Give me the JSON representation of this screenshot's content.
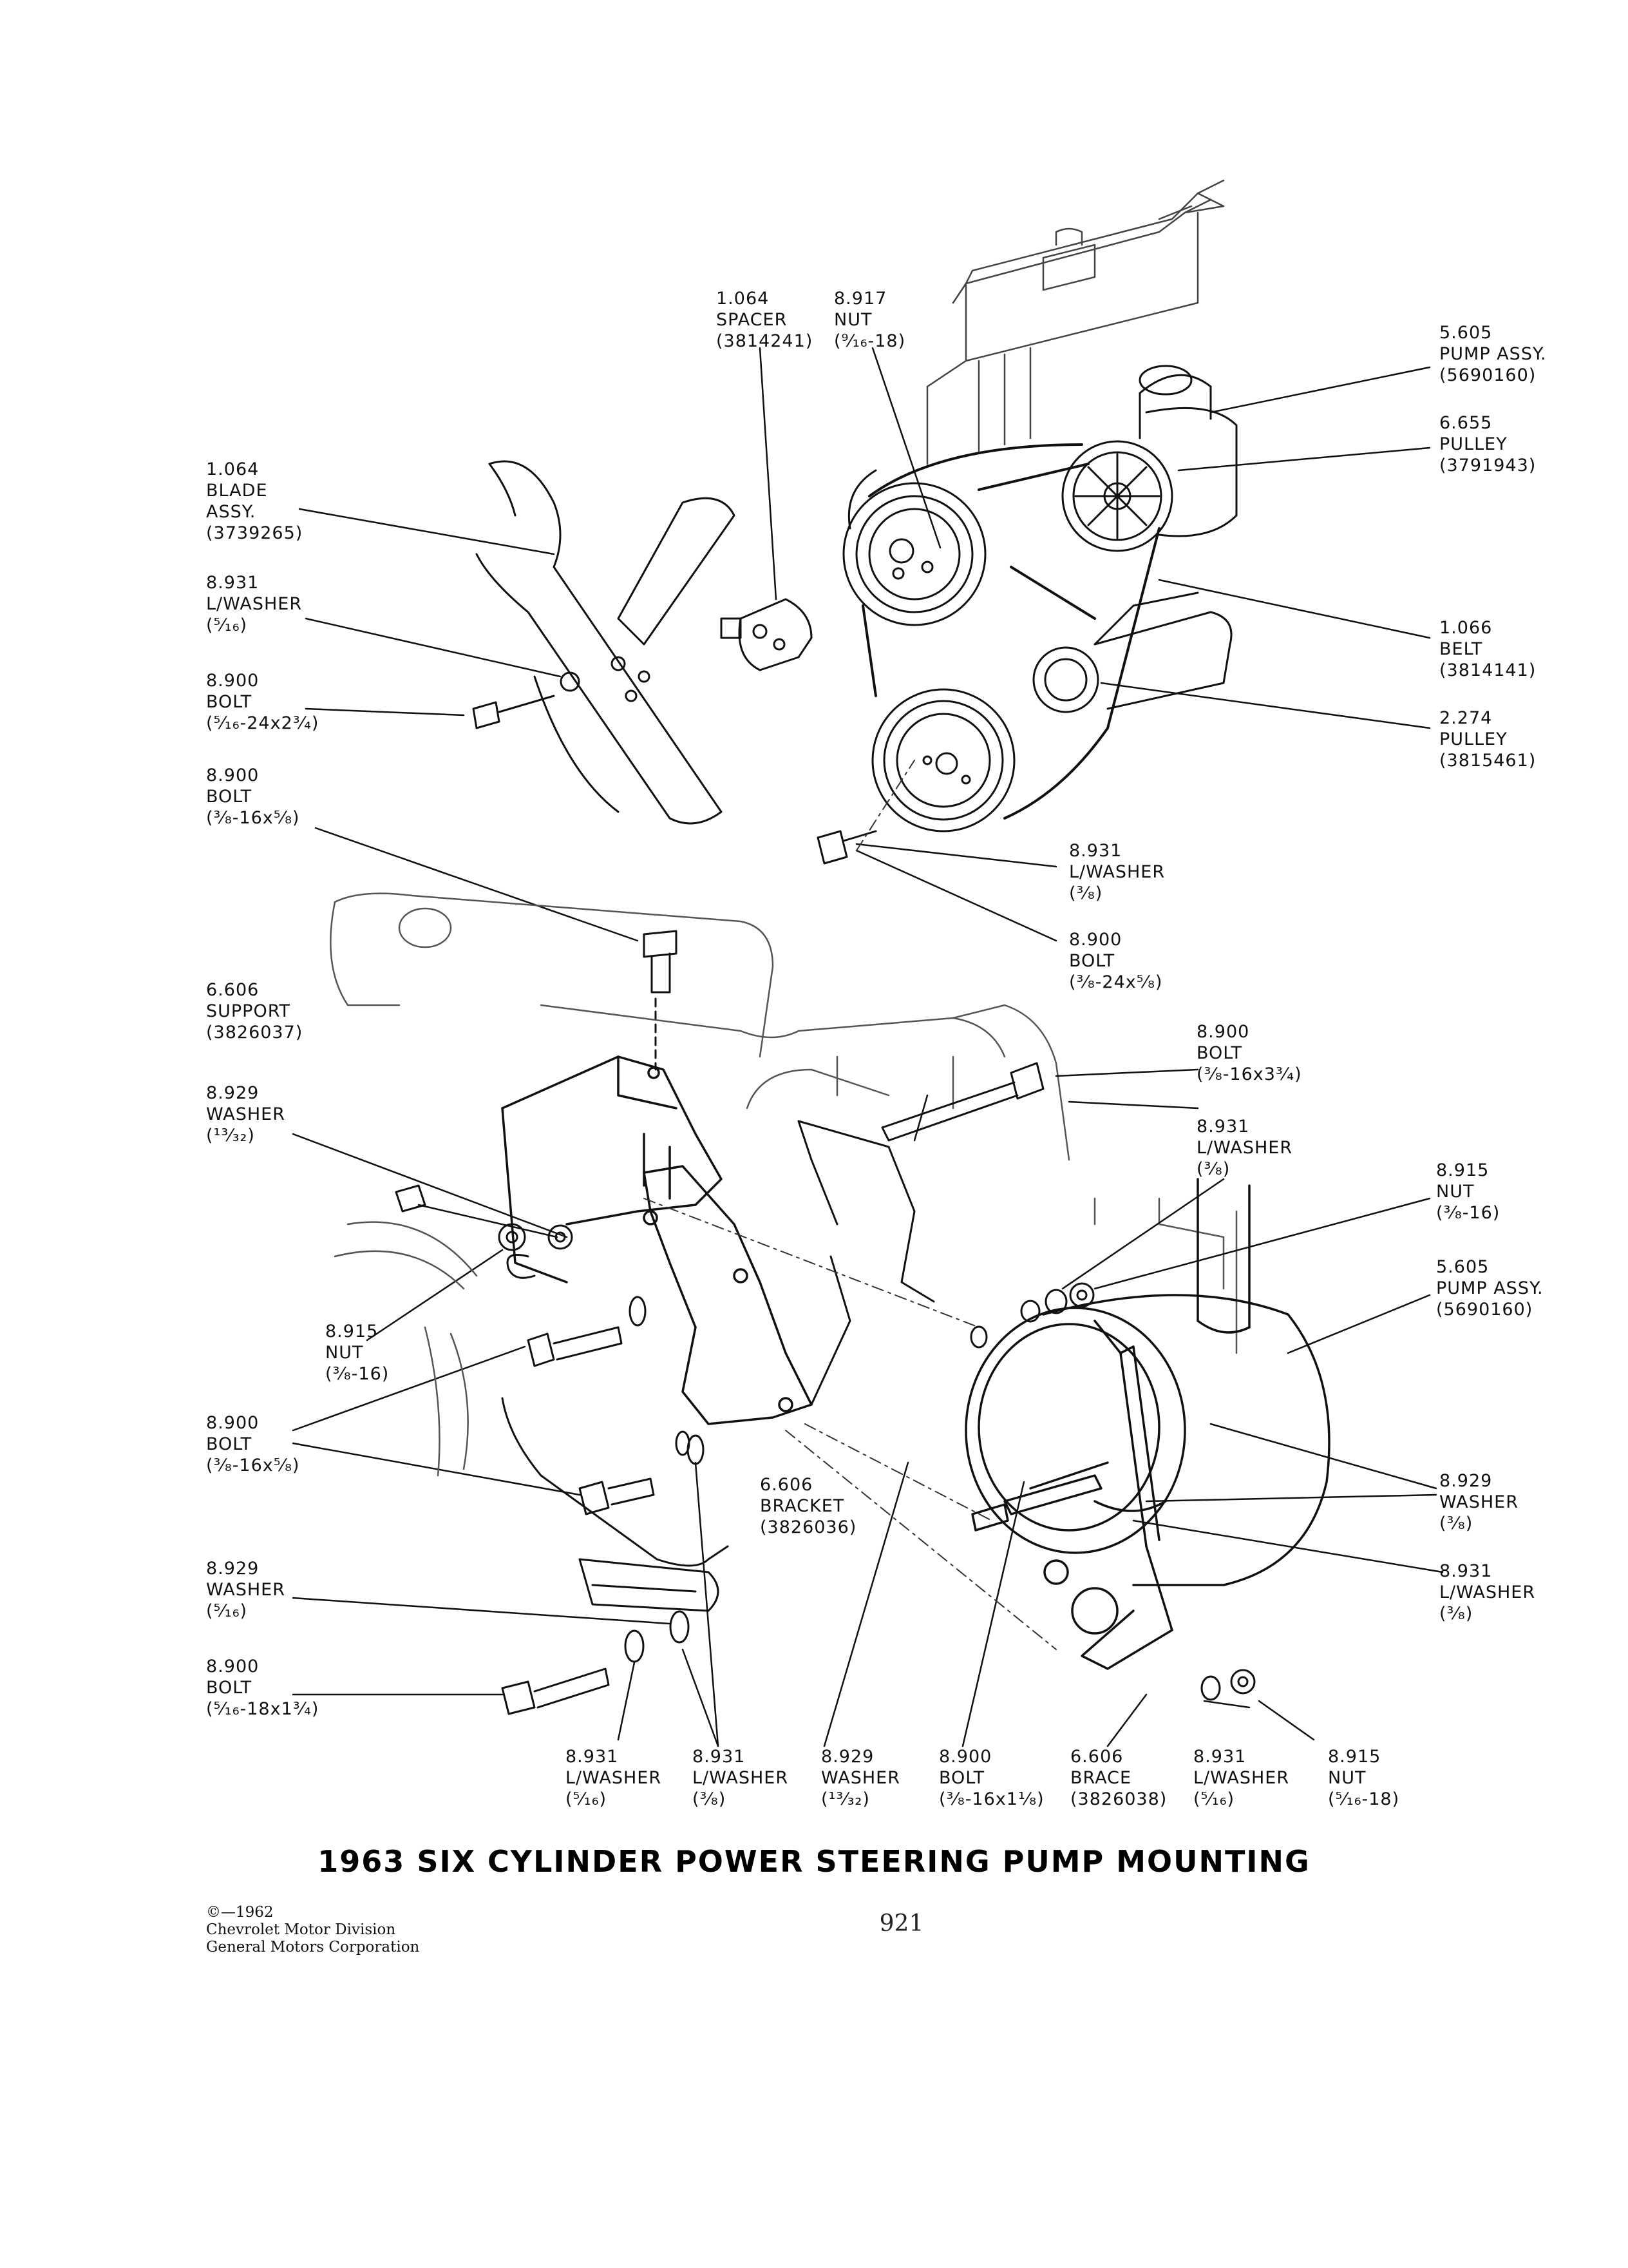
{
  "title": "1963 SIX CYLINDER POWER STEERING PUMP MOUNTING",
  "copyright": [
    "©—1962",
    "Chevrolet Motor Division",
    "General Motors Corporation"
  ],
  "page_number": "921",
  "labels": [
    {
      "id": "spacer",
      "lines": [
        "1.064",
        "SPACER",
        "(3814241)"
      ]
    },
    {
      "id": "nut-top",
      "lines": [
        "8.917",
        "NUT",
        "(⁹⁄₁₆-18)"
      ]
    },
    {
      "id": "pump-assy-top",
      "lines": [
        "5.605",
        "PUMP ASSY.",
        "(5690160)"
      ]
    },
    {
      "id": "pulley-top",
      "lines": [
        "6.655",
        "PULLEY",
        "(3791943)"
      ]
    },
    {
      "id": "blade",
      "lines": [
        "1.064",
        "BLADE",
        "ASSY.",
        "(3739265)"
      ]
    },
    {
      "id": "lwasher-516",
      "lines": [
        "8.931",
        "L/WASHER",
        "(⁵⁄₁₆)"
      ]
    },
    {
      "id": "belt",
      "lines": [
        "1.066",
        "BELT",
        "(3814141)"
      ]
    },
    {
      "id": "bolt-516",
      "lines": [
        "8.900",
        "BOLT",
        "(⁵⁄₁₆-24x2³⁄₄)"
      ]
    },
    {
      "id": "pulley-lower",
      "lines": [
        "2.274",
        "PULLEY",
        "(3815461)"
      ]
    },
    {
      "id": "bolt-38-16",
      "lines": [
        "8.900",
        "BOLT",
        "(³⁄₈-16x⁵⁄₈)"
      ]
    },
    {
      "id": "lwasher-38-a",
      "lines": [
        "8.931",
        "L/WASHER",
        "(³⁄₈)"
      ]
    },
    {
      "id": "bolt-38-24",
      "lines": [
        "8.900",
        "BOLT",
        "(³⁄₈-24x⁵⁄₈)"
      ]
    },
    {
      "id": "support",
      "lines": [
        "6.606",
        "SUPPORT",
        "(3826037)"
      ]
    },
    {
      "id": "bolt-long",
      "lines": [
        "8.900",
        "BOLT",
        "(³⁄₈-16x3³⁄₄)"
      ]
    },
    {
      "id": "washer-1332-a",
      "lines": [
        "8.929",
        "WASHER",
        "(¹³⁄₃₂)"
      ]
    },
    {
      "id": "lwasher-38-b",
      "lines": [
        "8.931",
        "L/WASHER",
        "(³⁄₈)"
      ]
    },
    {
      "id": "nut-38-right",
      "lines": [
        "8.915",
        "NUT",
        "(³⁄₈-16)"
      ]
    },
    {
      "id": "pump-assy-mid",
      "lines": [
        "5.605",
        "PUMP ASSY.",
        "(5690160)"
      ]
    },
    {
      "id": "nut-38-left",
      "lines": [
        "8.915",
        "NUT",
        "(³⁄₈-16)"
      ]
    },
    {
      "id": "bolt-38-left",
      "lines": [
        "8.900",
        "BOLT",
        "(³⁄₈-16x⁵⁄₈)"
      ]
    },
    {
      "id": "bracket",
      "lines": [
        "6.606",
        "BRACKET",
        "(3826036)"
      ]
    },
    {
      "id": "washer-38-right",
      "lines": [
        "8.929",
        "WASHER",
        "(³⁄₈)"
      ]
    },
    {
      "id": "lwasher-38-right",
      "lines": [
        "8.931",
        "L/WASHER",
        "(³⁄₈)"
      ]
    },
    {
      "id": "washer-516",
      "lines": [
        "8.929",
        "WASHER",
        "(⁵⁄₁₆)"
      ]
    },
    {
      "id": "bolt-516-18",
      "lines": [
        "8.900",
        "BOLT",
        "(⁵⁄₁₆-18x1³⁄₄)"
      ]
    },
    {
      "id": "b-lwasher-516",
      "lines": [
        "8.931",
        "L/WASHER",
        "(⁵⁄₁₆)"
      ]
    },
    {
      "id": "b-lwasher-38",
      "lines": [
        "8.931",
        "L/WASHER",
        "(³⁄₈)"
      ]
    },
    {
      "id": "b-washer-1332",
      "lines": [
        "8.929",
        "WASHER",
        "(¹³⁄₃₂)"
      ]
    },
    {
      "id": "b-bolt",
      "lines": [
        "8.900",
        "BOLT",
        "(³⁄₈-16x1¹⁄₈)"
      ]
    },
    {
      "id": "b-brace",
      "lines": [
        "6.606",
        "BRACE",
        "(3826038)"
      ]
    },
    {
      "id": "b-lwasher-516-2",
      "lines": [
        "8.931",
        "L/WASHER",
        "(⁵⁄₁₆)"
      ]
    },
    {
      "id": "b-nut",
      "lines": [
        "8.915",
        "NUT",
        "(⁵⁄₁₆-18)"
      ]
    }
  ]
}
